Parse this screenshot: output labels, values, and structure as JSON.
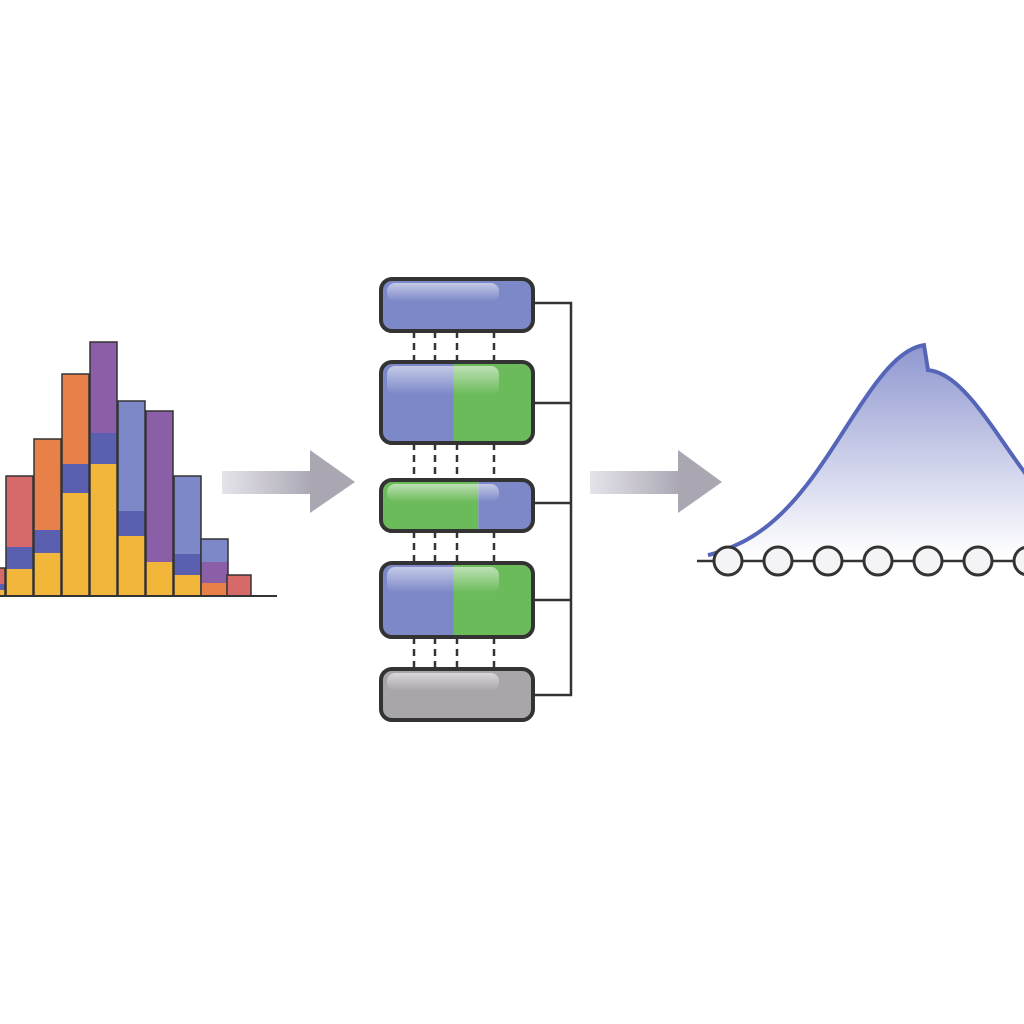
{
  "colors": {
    "outline": "#333333",
    "orange": "#e8804a",
    "red": "#d66a6a",
    "yellow": "#f2b63a",
    "blue": "#7c88c8",
    "darkblue": "#5a5fb0",
    "purple": "#8b5fa8",
    "green": "#6cbb5a",
    "gray": "#a9a6ab",
    "arrow": "#b0adb8",
    "curve": "#5566b8"
  },
  "histogram": {
    "bars": [
      [
        [
          "yellow",
          6
        ],
        [
          "darkblue",
          6
        ],
        [
          "red",
          16
        ]
      ],
      [
        [
          "yellow",
          27
        ],
        [
          "darkblue",
          22
        ],
        [
          "red",
          71
        ]
      ],
      [
        [
          "yellow",
          43
        ],
        [
          "darkblue",
          23
        ],
        [
          "orange",
          91
        ]
      ],
      [
        [
          "yellow",
          103
        ],
        [
          "darkblue",
          29
        ],
        [
          "orange",
          90
        ]
      ],
      [
        [
          "yellow",
          132
        ],
        [
          "darkblue",
          31
        ],
        [
          "purple",
          91
        ]
      ],
      [
        [
          "yellow",
          60
        ],
        [
          "darkblue",
          25
        ],
        [
          "blue",
          110
        ]
      ],
      [
        [
          "yellow",
          34
        ],
        [
          "purple",
          51
        ],
        [
          "purple",
          100
        ]
      ],
      [
        [
          "yellow",
          21
        ],
        [
          "darkblue",
          21
        ],
        [
          "blue",
          78
        ]
      ],
      [
        [
          "orange",
          13
        ],
        [
          "purple",
          21
        ],
        [
          "blue",
          23
        ]
      ],
      [
        [
          "red",
          21
        ]
      ]
    ]
  },
  "stack": {
    "blocks": [
      [
        [
          "blue",
          1
        ]
      ],
      [
        [
          "blue",
          0.48
        ],
        [
          "green",
          0.52
        ]
      ],
      [
        [
          "green",
          0.64
        ],
        [
          "blue",
          0.36
        ]
      ],
      [
        [
          "blue",
          0.48
        ],
        [
          "green",
          0.52
        ]
      ],
      [
        [
          "gray",
          1
        ]
      ]
    ]
  },
  "distribution": {
    "nodes": 7
  }
}
